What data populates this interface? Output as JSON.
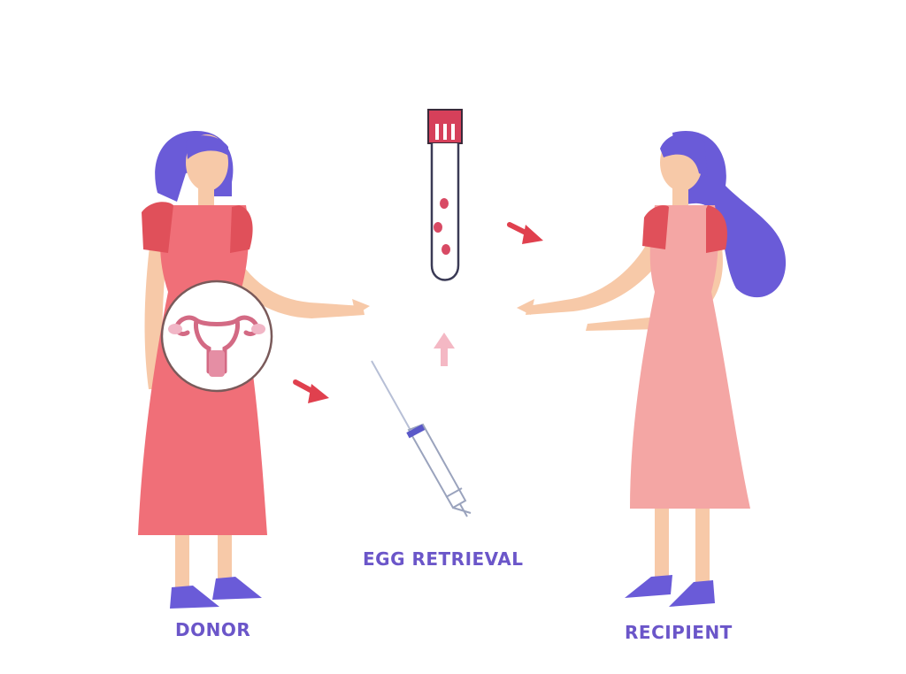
{
  "labels": {
    "donor": "DONOR",
    "egg_retrieval": "EGG RETRIEVAL",
    "recipient": "RECIPIENT"
  },
  "colors": {
    "accent_purple": "#6b56c9",
    "hair_purple": "#6a5bd8",
    "dress_coral": "#f06f78",
    "dress_pink": "#f4a6a4",
    "sleeve_red": "#e0505a",
    "skin": "#f7c9a8",
    "arrow_red": "#e0404e",
    "arrow_pink": "#f4b8c4",
    "tube_cap": "#d6405a",
    "egg": "#d84a64"
  },
  "icons": [
    "uterus-icon",
    "test-tube-icon",
    "syringe-icon",
    "arrow-icon"
  ]
}
